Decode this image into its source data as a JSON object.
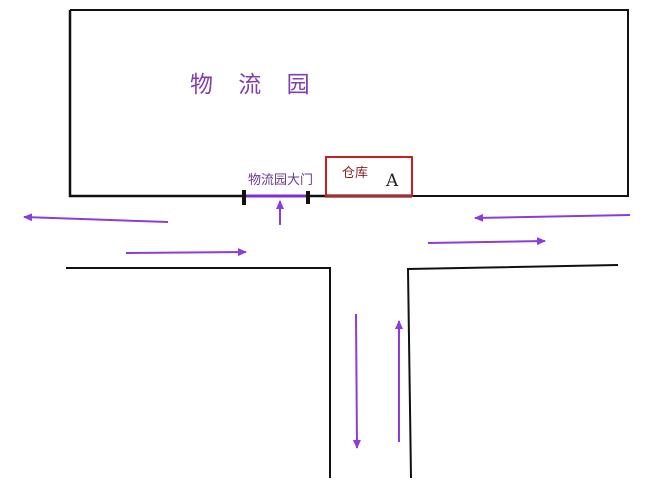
{
  "park": {
    "name": "物 流 园"
  },
  "gate": {
    "label": "物流园大门"
  },
  "warehouse": {
    "label": "仓库",
    "code": "A"
  },
  "colors": {
    "arrow": "#8a3ddc",
    "gate_bar": "#7a2fd6",
    "warehouse_border": "#c81e1e",
    "line": "#111111"
  }
}
